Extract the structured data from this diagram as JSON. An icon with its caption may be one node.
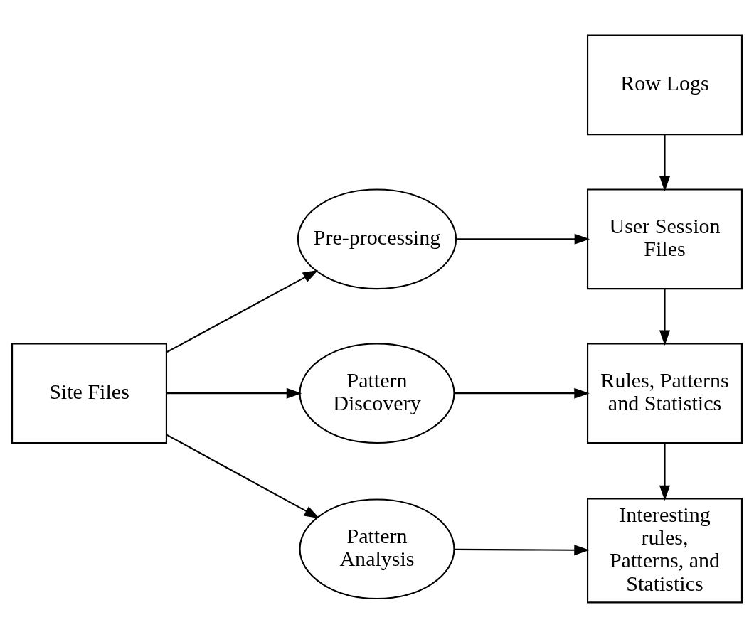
{
  "diagram": {
    "nodes": [
      {
        "text": [
          "Row Logs"
        ]
      },
      {
        "text": [
          "Pre-processing"
        ]
      },
      {
        "text": [
          "User Session Files"
        ]
      },
      {
        "text": [
          "Site Files"
        ]
      },
      {
        "text": [
          "Pattern Discovery"
        ]
      },
      {
        "text": [
          "Rules, Patterns and Statistics"
        ]
      },
      {
        "text": [
          "Pattern Analysis"
        ]
      },
      {
        "text": [
          "Interesting rules, Patterns, and Statistics"
        ]
      }
    ],
    "edges": [
      {
        "from": 3,
        "to": 1,
        "arrow": "to"
      },
      {
        "from": 3,
        "to": 4,
        "arrow": "to"
      },
      {
        "from": 3,
        "to": 6,
        "arrow": "to"
      },
      {
        "from": 0,
        "to": 2,
        "arrow": "to"
      },
      {
        "from": 1,
        "to": 2,
        "arrow": "to"
      },
      {
        "from": 2,
        "to": 5,
        "arrow": "to"
      },
      {
        "from": 4,
        "to": 5,
        "arrow": "to"
      },
      {
        "from": 5,
        "to": 7,
        "arrow": "to"
      },
      {
        "from": 6,
        "to": 7,
        "arrow": "to"
      }
    ]
  }
}
